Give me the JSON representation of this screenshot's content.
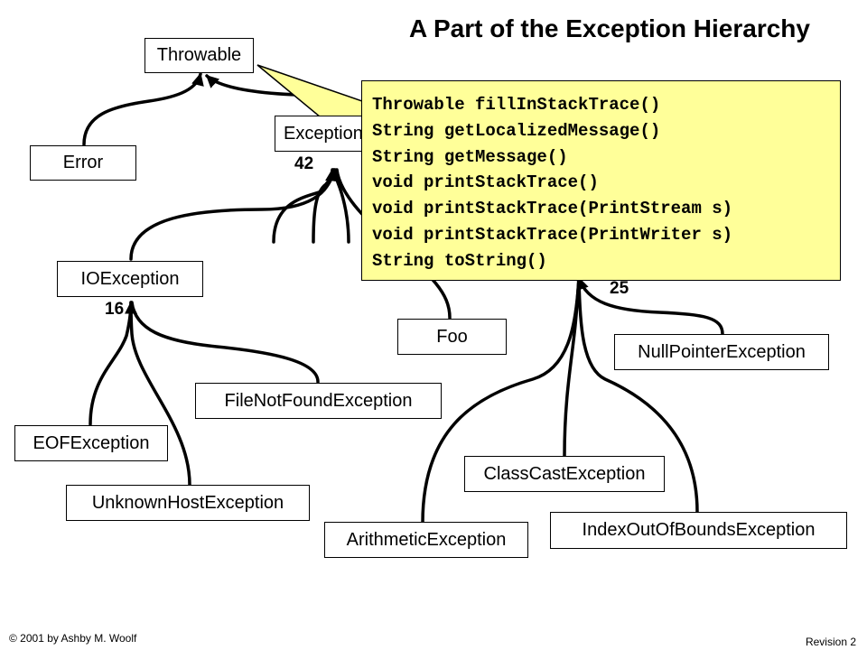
{
  "title": "A Part of the Exception Hierarchy",
  "nodes": {
    "throwable": "Throwable",
    "error": "Error",
    "exception": "Exception",
    "ioexception": "IOException",
    "foo": "Foo",
    "eofexception": "EOFException",
    "unknownhost": "UnknownHostException",
    "filenotfound": "FileNotFoundException",
    "nullpointer": "NullPointerException",
    "classcast": "ClassCastException",
    "arithmetic": "ArithmeticException",
    "indexoutofbounds": "IndexOutOfBoundsException"
  },
  "counts": {
    "exception": "42",
    "ioexception": "16",
    "runtime": "25"
  },
  "callout": {
    "methods": [
      "Throwable fillInStackTrace()",
      "String getLocalizedMessage()",
      "String getMessage()",
      "void printStackTrace()",
      "void printStackTrace(PrintStream s)",
      "void printStackTrace(PrintWriter s)",
      "String toString()"
    ]
  },
  "footer": {
    "copyright": "© 2001 by Ashby M. Woolf",
    "revision": "Revision 2"
  },
  "colors": {
    "callout_background": "#ffff99",
    "line": "#000000"
  }
}
